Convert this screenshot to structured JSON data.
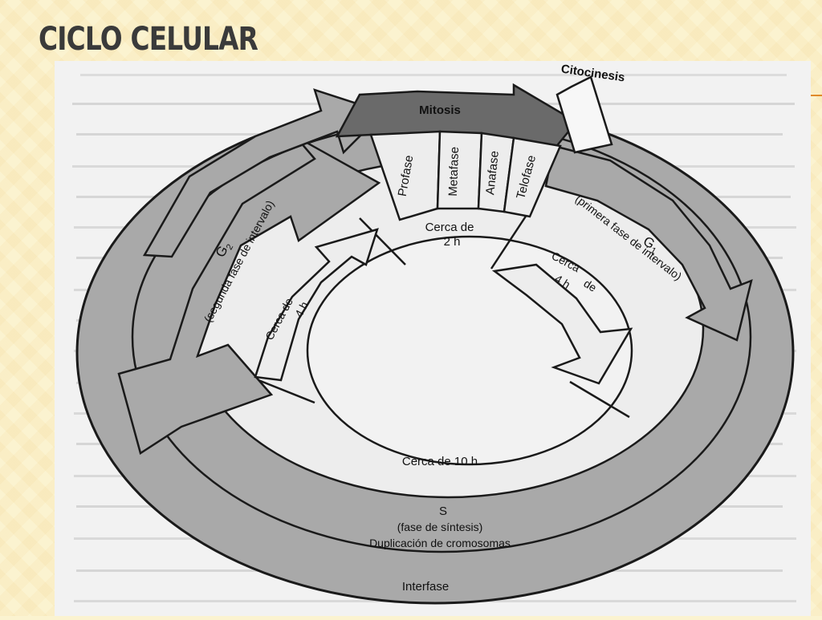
{
  "slide": {
    "title": "CICLO CELULAR"
  },
  "diagram": {
    "outer_ring_label": "Interfase",
    "mitosis_label": "Mitosis",
    "cytokinesis_label": "Citocinesis",
    "phases": [
      "Profase",
      "Metafase",
      "Anafase",
      "Telofase"
    ],
    "g1_title": "G",
    "g1_subscript": "1",
    "g1_subtitle": "(primera fase de intervalo)",
    "g2_title": "G",
    "g2_subscript": "2",
    "g2_subtitle": "(segunda fase de intervalo)",
    "s_title": "S",
    "s_subtitle": "(fase de síntesis)",
    "s_description": "Duplicación de cromosomas",
    "durations": {
      "mitosis_line1": "Cerca de",
      "mitosis_line2": "2 h",
      "g1_line1": "Cerca",
      "g1_line2": "de",
      "g1_line3": "4 h",
      "g2_line1": "Cerca de",
      "g2_line2": "4 h",
      "s": "Cerca de 10 h"
    }
  },
  "colors": {
    "background": "#fbf3d0",
    "title": "#3a3a3a",
    "ring_gray": "#a9a9a9",
    "mitosis_dark": "#6a6a6a",
    "accent": "#e08a2a"
  }
}
